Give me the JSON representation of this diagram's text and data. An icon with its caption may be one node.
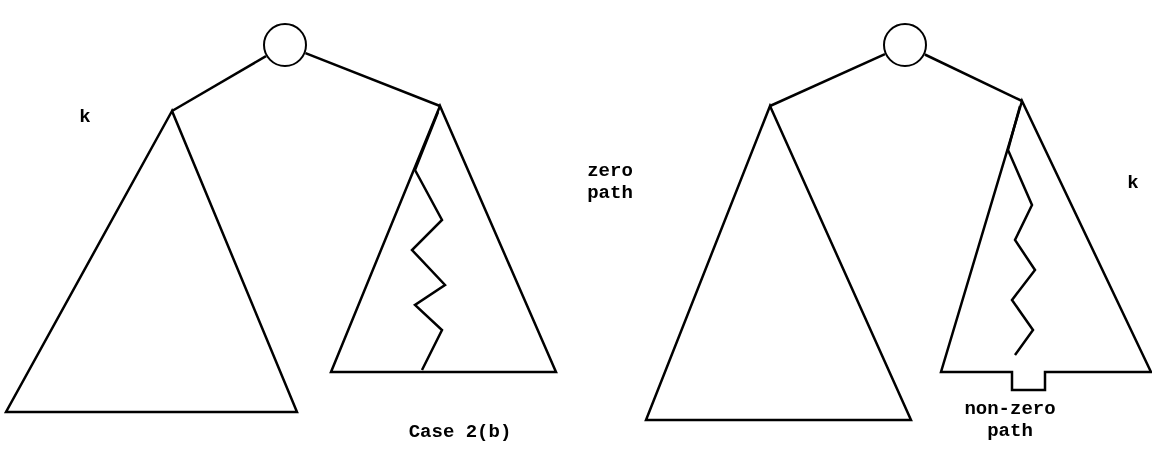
{
  "diagram": {
    "caption": "Case 2(b)",
    "nodes": [
      {
        "text": [],
        "shape": "circle"
      },
      {
        "text": [],
        "shape": "triangle",
        "beside": [
          "k"
        ]
      },
      {
        "text": [],
        "shape": "triangle"
      },
      {
        "text": [],
        "shape": "circle"
      },
      {
        "text": [],
        "shape": "triangle"
      },
      {
        "text": [],
        "shape": "triangle",
        "beside": [
          "k",
          "non-zero path"
        ]
      }
    ],
    "edges": [
      {
        "from": 0,
        "to": 1,
        "arrow": "none"
      },
      {
        "from": 0,
        "to": 2,
        "arrow": "none"
      },
      {
        "from": 3,
        "to": 4,
        "arrow": "none"
      },
      {
        "from": 3,
        "to": 5,
        "arrow": "none"
      }
    ],
    "labels": [
      "zero path"
    ]
  }
}
